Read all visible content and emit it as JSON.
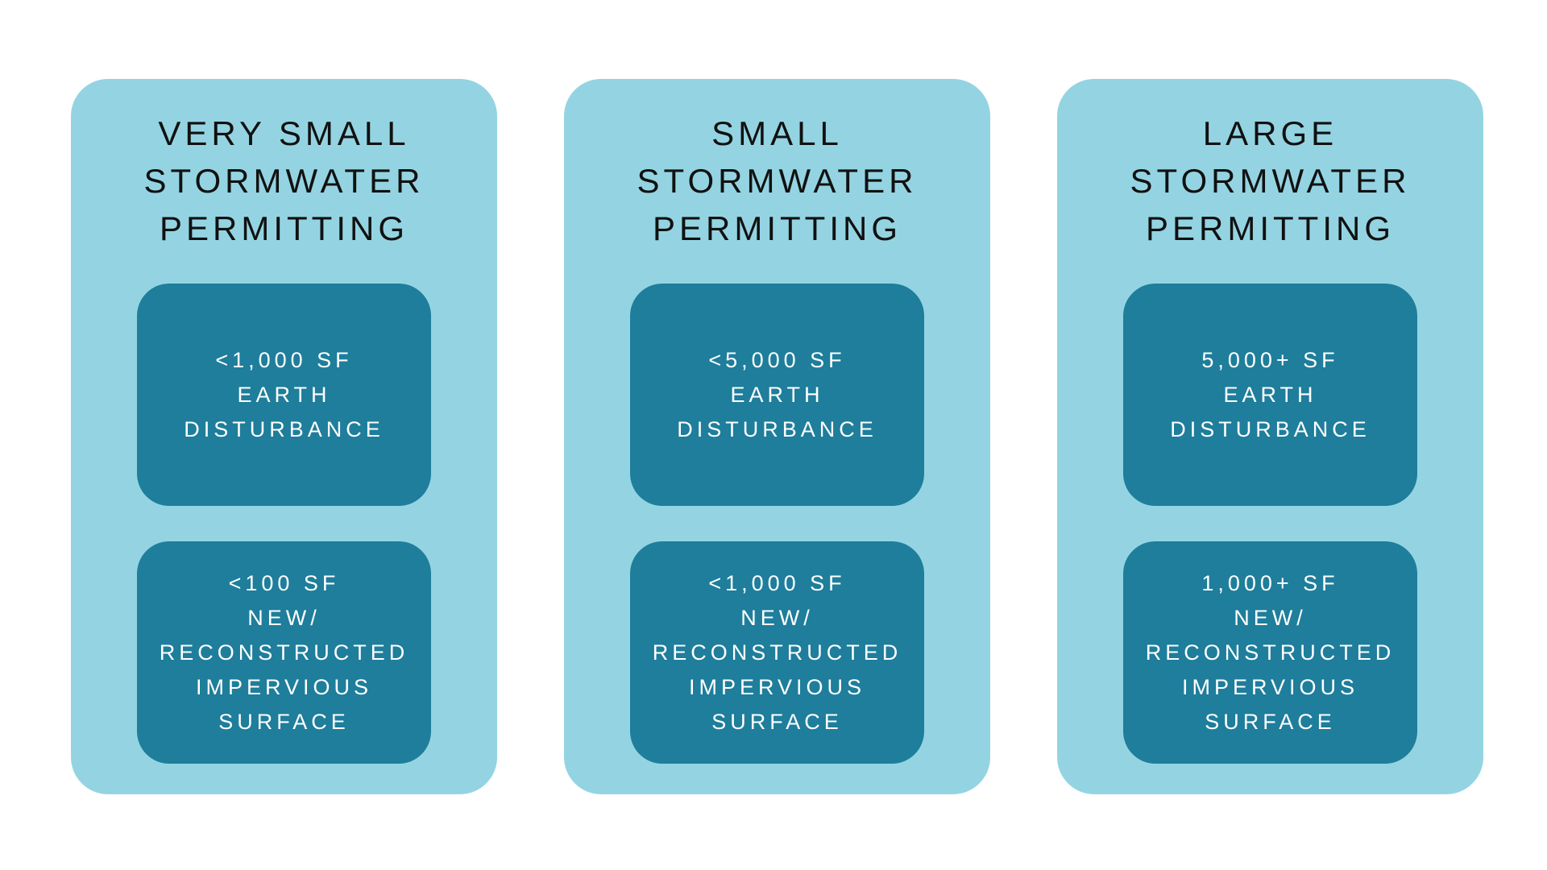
{
  "colors": {
    "page_background": "#FFFFFF",
    "card_background": "#94D4E2",
    "inner_box_background": "#1E7E9B",
    "title_text": "#111111",
    "inner_box_text": "#FFFFFF"
  },
  "cards": [
    {
      "id": "very-small",
      "title": "VERY SMALL\nSTORMWATER\nPERMITTING",
      "boxes": [
        {
          "text": "<1,000 SF\nEARTH\nDISTURBANCE"
        },
        {
          "text": "<100 SF\nNEW/\nRECONSTRUCTED\nIMPERVIOUS\nSURFACE"
        }
      ]
    },
    {
      "id": "small",
      "title": "SMALL\nSTORMWATER\nPERMITTING",
      "boxes": [
        {
          "text": "<5,000 SF\nEARTH\nDISTURBANCE"
        },
        {
          "text": "<1,000 SF\nNEW/\nRECONSTRUCTED\nIMPERVIOUS\nSURFACE"
        }
      ]
    },
    {
      "id": "large",
      "title": "LARGE\nSTORMWATER\nPERMITTING",
      "boxes": [
        {
          "text": "5,000+ SF\nEARTH\nDISTURBANCE"
        },
        {
          "text": "1,000+ SF\nNEW/\nRECONSTRUCTED\nIMPERVIOUS\nSURFACE"
        }
      ]
    }
  ]
}
